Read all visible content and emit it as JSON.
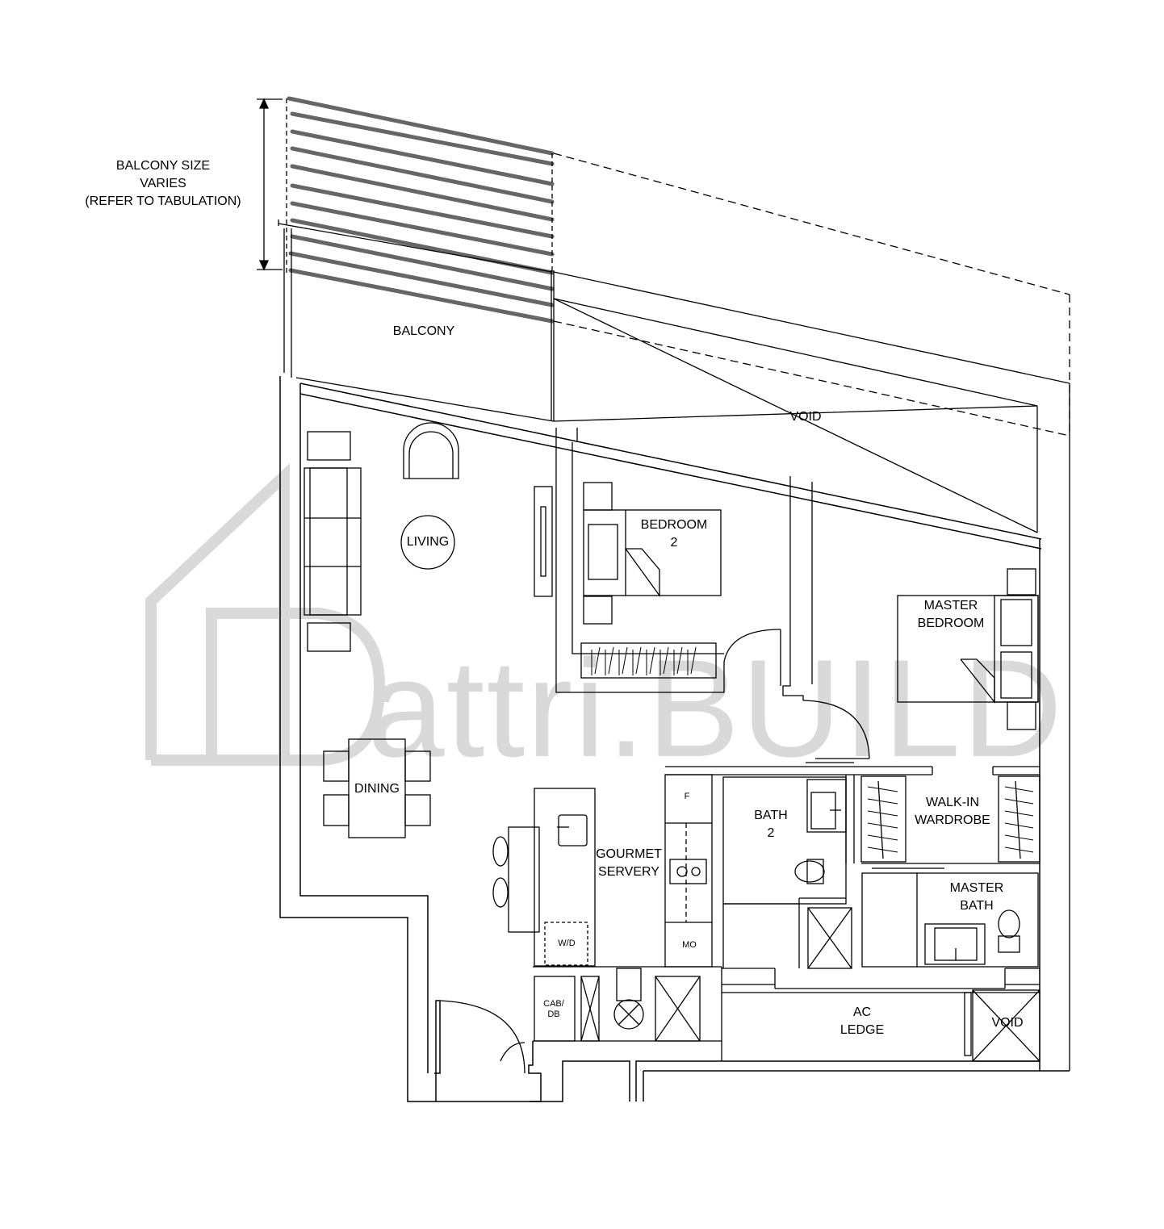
{
  "watermark": {
    "text": "attri.BUILD",
    "color": "#d9d9d9"
  },
  "balcony_note": {
    "line1": "BALCONY SIZE",
    "line2": "VARIES",
    "line3": "(REFER TO TABULATION)"
  },
  "rooms": {
    "balcony": "BALCONY",
    "void_top": "VOID",
    "living": "LIVING",
    "bedroom2_line1": "BEDROOM",
    "bedroom2_line2": "2",
    "master_bedroom_line1": "MASTER",
    "master_bedroom_line2": "BEDROOM",
    "dining": "DINING",
    "gourmet_line1": "GOURMET",
    "gourmet_line2": "SERVERY",
    "bath2_line1": "BATH",
    "bath2_line2": "2",
    "walkin_line1": "WALK-IN",
    "walkin_line2": "WARDROBE",
    "master_bath_line1": "MASTER",
    "master_bath_line2": "BATH",
    "ac_ledge_line1": "AC",
    "ac_ledge_line2": "LEDGE",
    "void_bottom": "VOID"
  },
  "appliances": {
    "fridge": "F",
    "microwave": "MO",
    "washer_dryer": "W/D",
    "cab_line1": "CAB/",
    "cab_line2": "DB"
  },
  "colors": {
    "line": "#000000",
    "railing": "#666666",
    "watermark": "#d9d9d9"
  }
}
